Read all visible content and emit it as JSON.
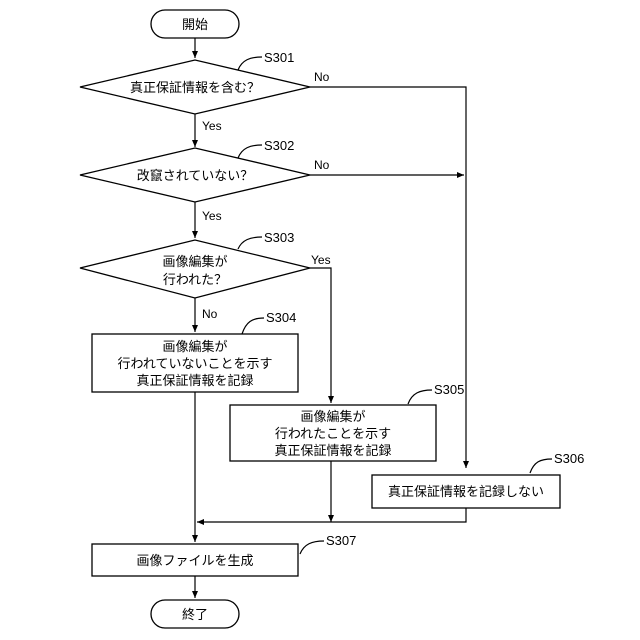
{
  "terminals": {
    "start": "開始",
    "end": "終了"
  },
  "steps": {
    "s301": {
      "id": "S301",
      "line1": "真正保証情報を含む？"
    },
    "s302": {
      "id": "S302",
      "line1": "改竄されていない？"
    },
    "s303": {
      "id": "S303",
      "line1": "画像編集が",
      "line2": "行われた？"
    },
    "s304": {
      "id": "S304",
      "line1": "画像編集が",
      "line2": "行われていないことを示す",
      "line3": "真正保証情報を記録"
    },
    "s305": {
      "id": "S305",
      "line1": "画像編集が",
      "line2": "行われたことを示す",
      "line3": "真正保証情報を記録"
    },
    "s306": {
      "id": "S306",
      "line1": "真正保証情報を記録しない"
    },
    "s307": {
      "id": "S307",
      "line1": "画像ファイルを生成"
    }
  },
  "branches": {
    "yes": "Yes",
    "no": "No"
  }
}
